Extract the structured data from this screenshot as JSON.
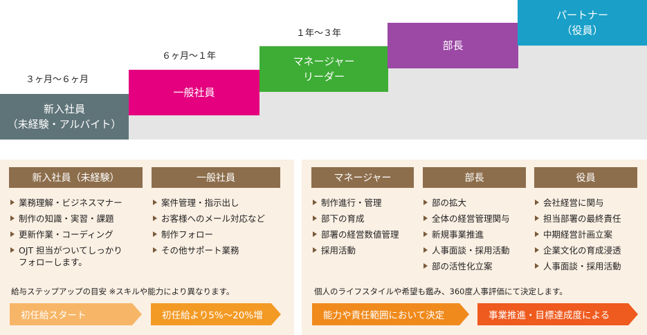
{
  "career": {
    "steps": [
      {
        "label": "新入社員\n（未経験・アルバイト）",
        "color": "#5f7479"
      },
      {
        "label": "一般社員",
        "color": "#e5007f"
      },
      {
        "label": "マネージャー\nリーダー",
        "color": "#3dad35"
      },
      {
        "label": "部長",
        "color": "#9c48a5"
      },
      {
        "label": "パートナー\n（役員）",
        "color": "#1aa0c8"
      }
    ],
    "periods": [
      "３ヶ月〜６ヶ月",
      "６ヶ月〜１年",
      "１年〜３年"
    ]
  },
  "left_panel": {
    "columns": [
      {
        "title": "新入社員（未経験）",
        "items": [
          "業務理解・ビジネスマナー",
          "制作の知識・実習・課題",
          "更新作業・コーディング",
          "OJT 担当がついてしっかり\nフォローします。"
        ]
      },
      {
        "title": "一般社員",
        "items": [
          "案件管理・指示出し",
          "お客様へのメール対応など",
          "制作フォロー",
          "その他サポート業務"
        ]
      }
    ],
    "note": "給与ステップアップの目安 ※スキルや能力により異なります。",
    "arrows": [
      {
        "label": "初任給スタート",
        "color": "#f7b667"
      },
      {
        "label": "初任給より5%〜20%増",
        "color": "#f39a25"
      }
    ]
  },
  "right_panel": {
    "columns": [
      {
        "title": "マネージャー",
        "items": [
          "制作進行・管理",
          "部下の育成",
          "部署の経営数値管理",
          "採用活動"
        ]
      },
      {
        "title": "部長",
        "items": [
          "部の拡大",
          "全体の経営管理関与",
          "新規事業推進",
          "人事面談・採用活動",
          "部の活性化立案"
        ]
      },
      {
        "title": "役員",
        "items": [
          "会社経営に関与",
          "担当部署の最終責任",
          "中期経営計画立案",
          "企業文化の育成浸透",
          "人事面談・採用活動"
        ]
      }
    ],
    "note": "個人のライフスタイルや希望も鑑み、360度人事評価にて決定します。",
    "arrows": [
      {
        "label": "能力や責任範囲において決定",
        "color": "#f08a1c"
      },
      {
        "label": "事業推進・目標達成度による",
        "color": "#ef5a1e"
      }
    ]
  }
}
